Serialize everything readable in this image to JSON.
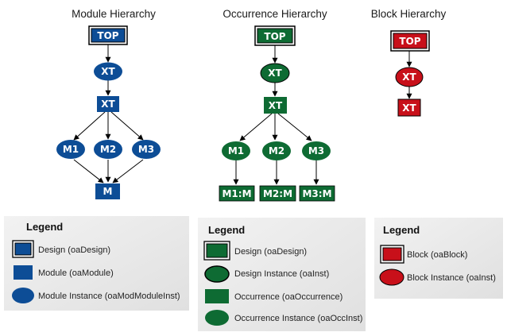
{
  "colors": {
    "blue": "#0d4d96",
    "green": "#0e6b33",
    "red": "#c8101a",
    "legend_bg": "#e9e9e9"
  },
  "module": {
    "title": "Module Hierarchy",
    "top": "TOP",
    "xt_inst": "XT",
    "xt_mod": "XT",
    "m1": "M1",
    "m2": "M2",
    "m3": "M3",
    "m": "M"
  },
  "occurrence": {
    "title": "Occurrence Hierarchy",
    "top": "TOP",
    "xt_inst": "XT",
    "xt_occ": "XT",
    "m1": "M1",
    "m2": "M2",
    "m3": "M3",
    "m1m": "M1:M",
    "m2m": "M2:M",
    "m3m": "M3:M"
  },
  "block": {
    "title": "Block Hierarchy",
    "top": "TOP",
    "xt_inst": "XT",
    "xt_block": "XT"
  },
  "legend_module": {
    "title": "Legend",
    "design": "Design (oaDesign)",
    "module": "Module (oaModule)",
    "module_instance": "Module Instance (oaModModuleInst)"
  },
  "legend_occurrence": {
    "title": "Legend",
    "design": "Design (oaDesign)",
    "design_instance": "Design Instance (oaInst)",
    "occurrence": "Occurrence (oaOccurrence)",
    "occurrence_instance": "Occurrence Instance (oaOccInst)"
  },
  "legend_block": {
    "title": "Legend",
    "block": "Block (oaBlock)",
    "block_instance": "Block Instance (oaInst)"
  }
}
